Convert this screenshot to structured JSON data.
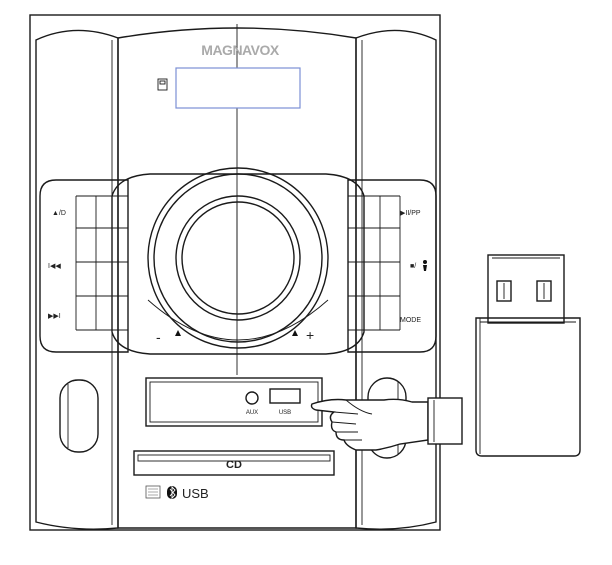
{
  "device": {
    "brand": "MAGNAVOX",
    "buttons_left": {
      "eject": "▲/D",
      "prev": "I◀◀",
      "next": "▶▶I"
    },
    "buttons_right": {
      "play_pause": "▶II/PP",
      "stop": "■/",
      "mode": "MODE"
    },
    "volume_minus": "-",
    "volume_plus": "+",
    "aux_label": "AUX",
    "usb_port_label": "USB",
    "cd_label": "CD",
    "bottom_usb_label": "USB"
  },
  "icons": {
    "display_icon": "memory-card-icon",
    "cd_logo": "compact-disc-logo-icon",
    "bluetooth": "bluetooth-icon",
    "hand": "pointing-hand-icon",
    "usb_drive": "usb-flash-drive-icon"
  }
}
